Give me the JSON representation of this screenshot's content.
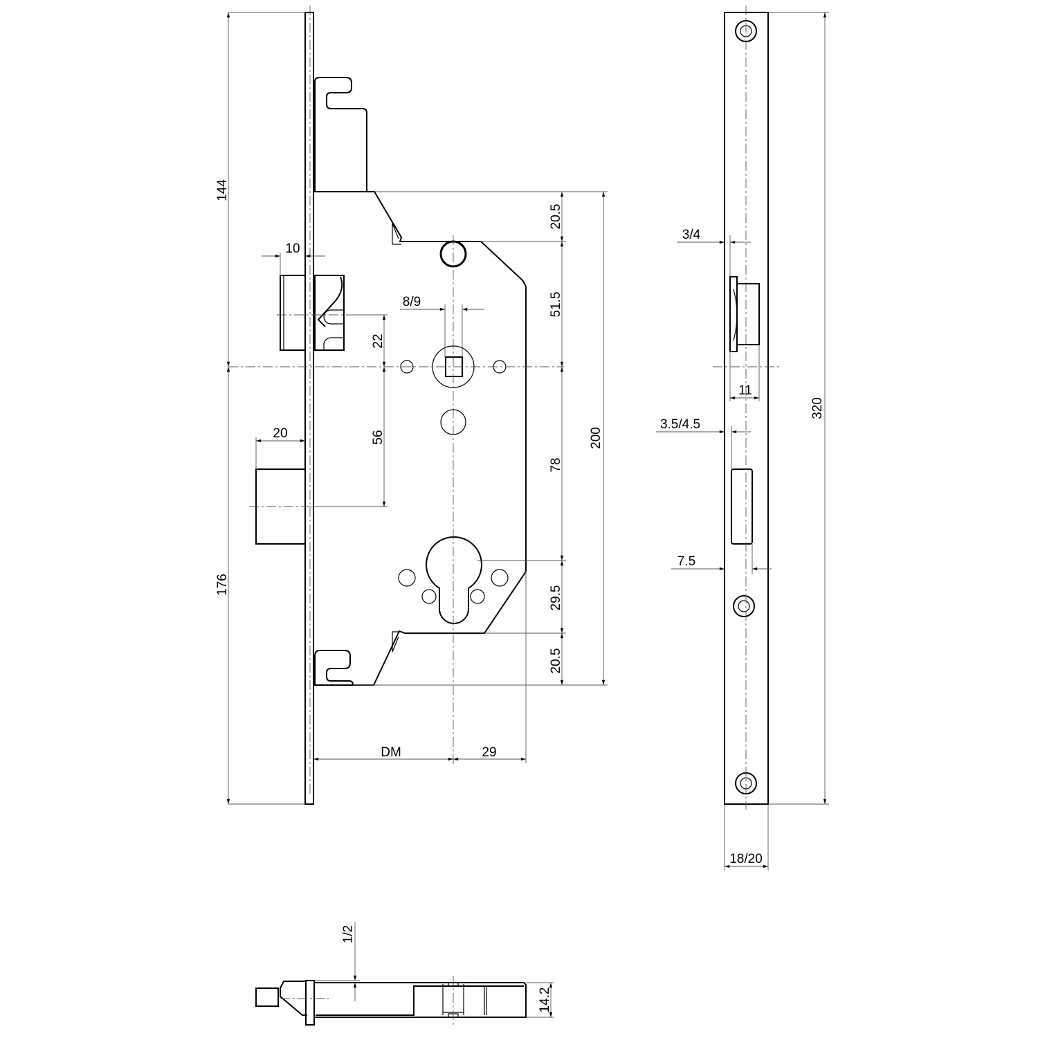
{
  "drawing": {
    "front_view": {
      "dimensions": {
        "upper_height": "144",
        "lower_height": "176",
        "latch_projection": "10",
        "bolt_projection": "20",
        "spindle_size": "8/9",
        "latch_to_spindle": "22",
        "bolt_to_spindle": "56",
        "top_offset": "20.5",
        "top_to_spindle": "51.5",
        "spindle_to_cylinder": "78",
        "cylinder_to_bottom": "29.5",
        "bottom_offset": "20.5",
        "case_height": "200",
        "backset": "DM",
        "cylinder_to_back": "29"
      }
    },
    "side_view": {
      "dimensions": {
        "latch_offset": "3/4",
        "latch_width": "11",
        "bolt_offset": "3.5/4.5",
        "bolt_width": "7.5",
        "faceplate_length": "320",
        "faceplate_width": "18/20"
      }
    },
    "bottom_view": {
      "dimensions": {
        "faceplate_offset": "1/2",
        "case_thickness": "14.2"
      }
    }
  }
}
